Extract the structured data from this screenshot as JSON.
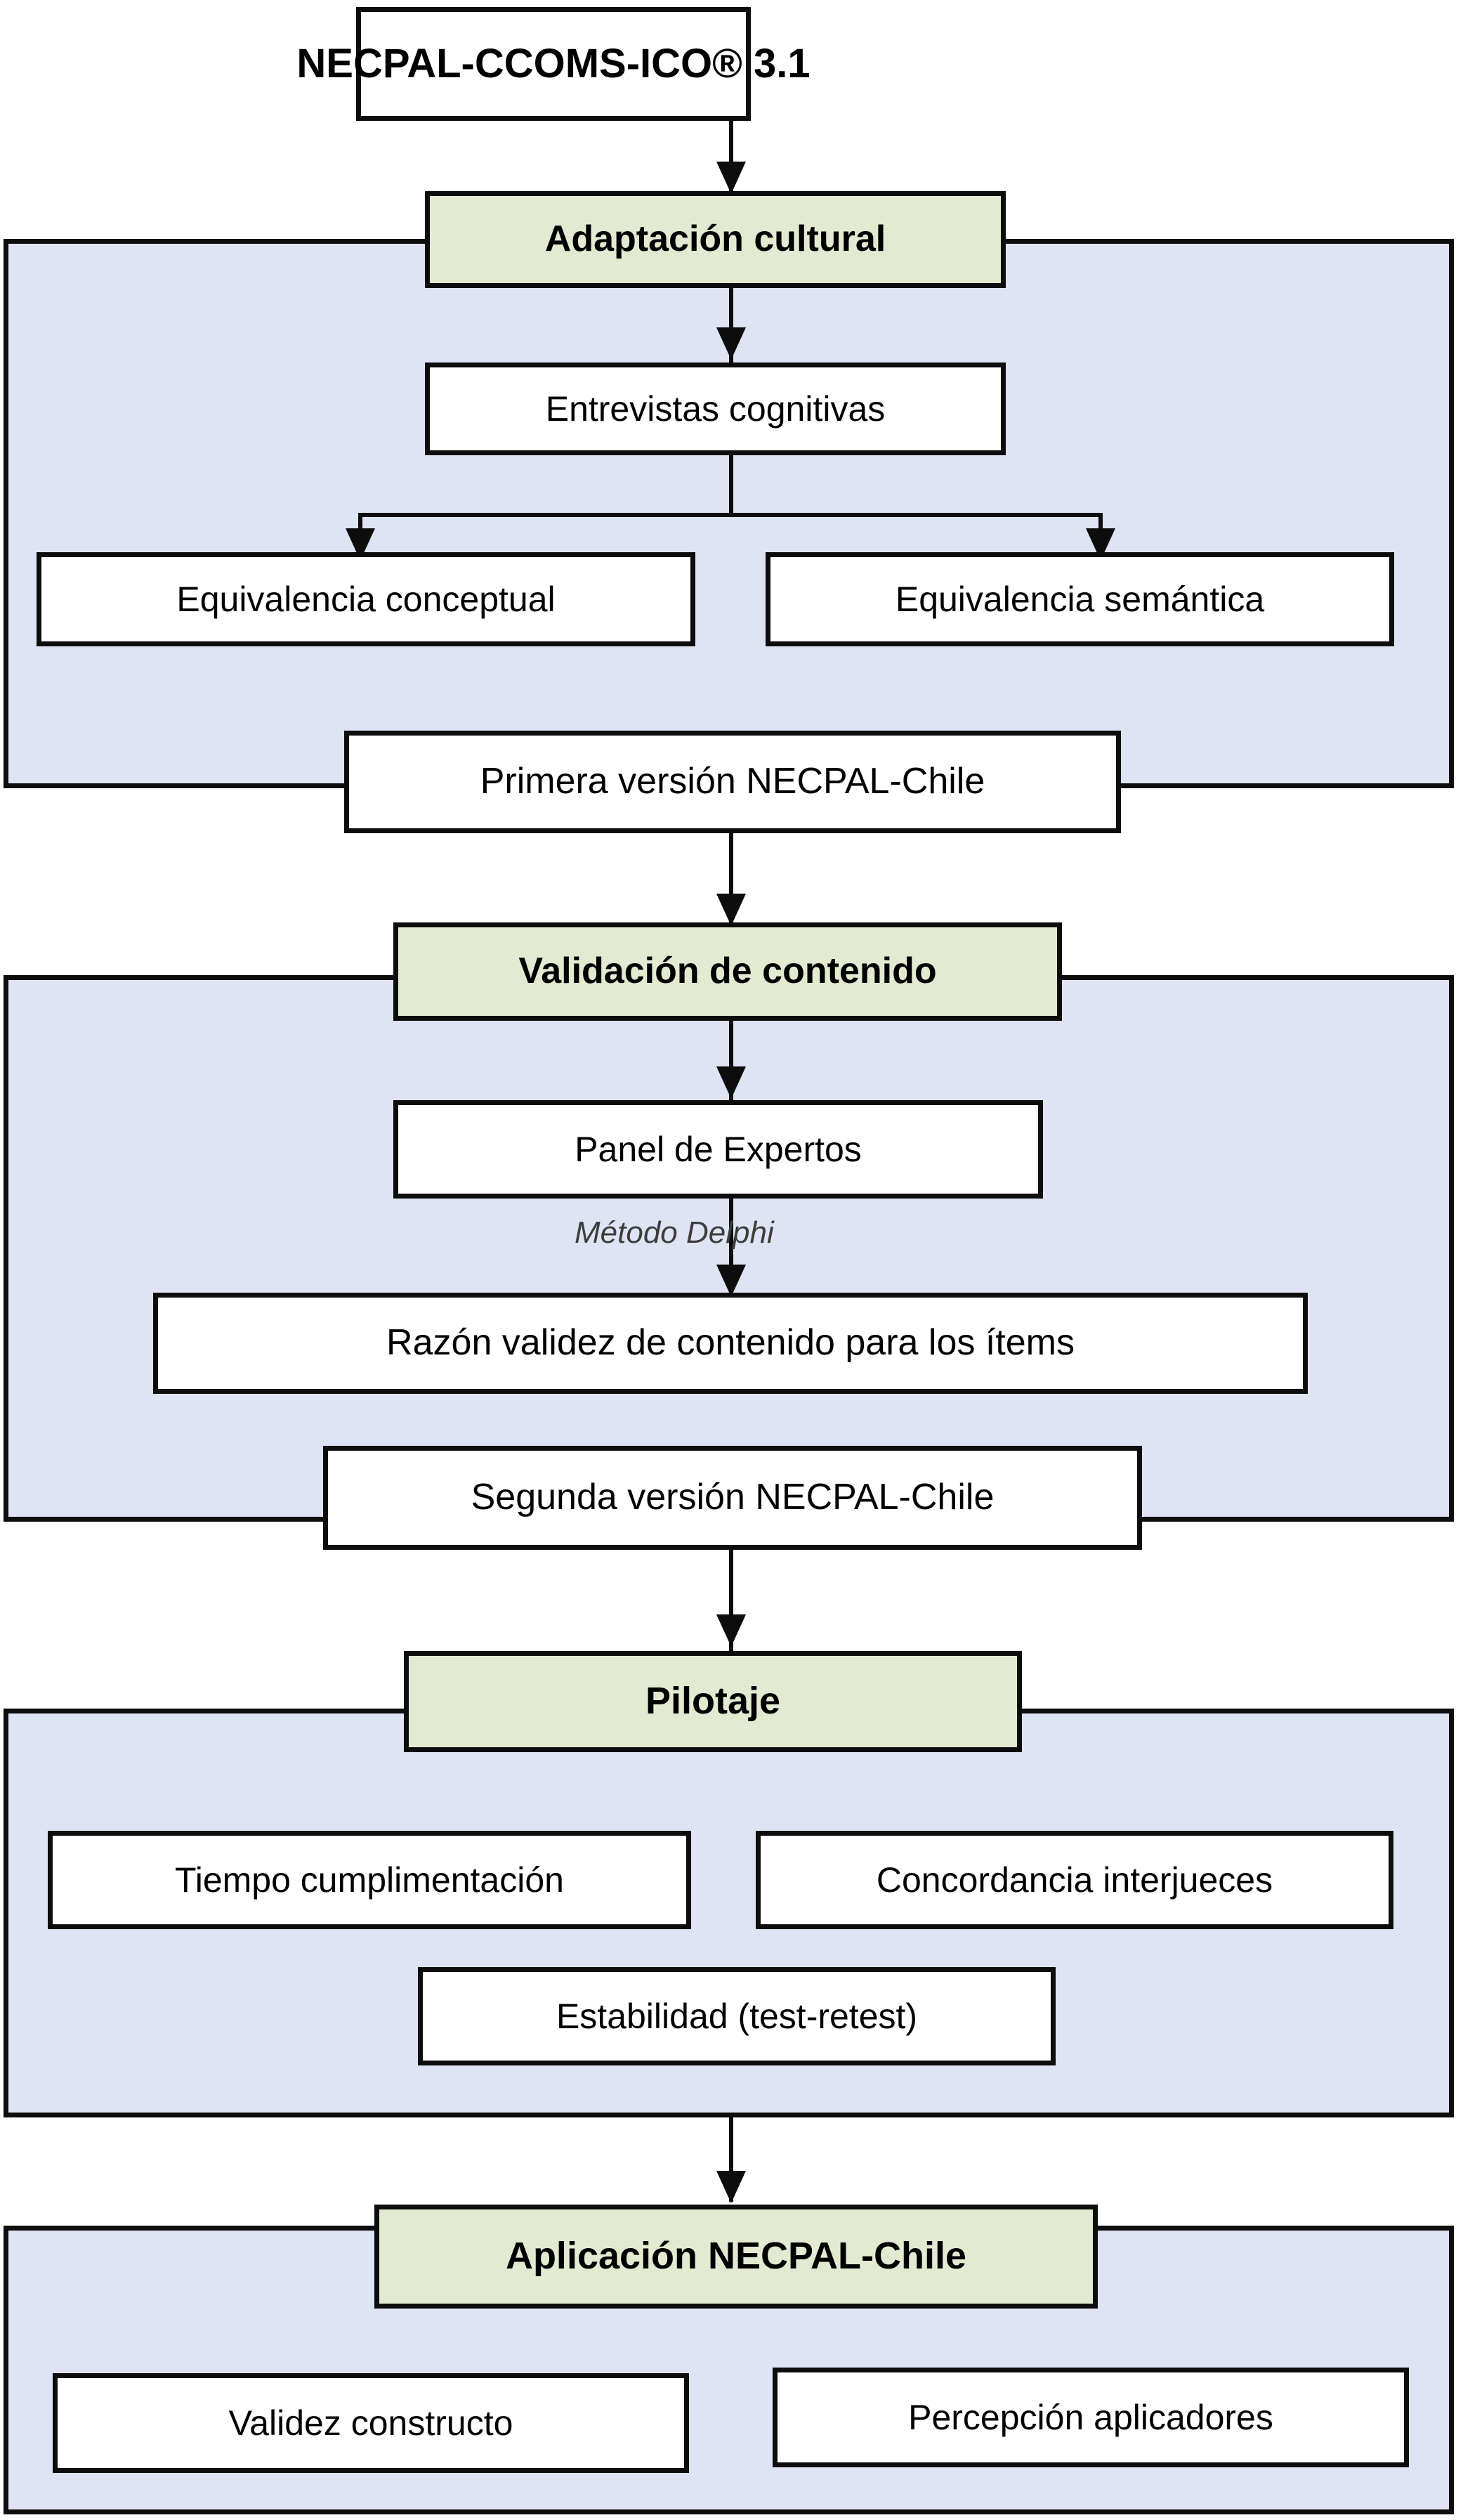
{
  "diagram": {
    "title_box": {
      "label": "NECPAL-CCOMS-ICO® 3.1"
    },
    "phases": [
      {
        "header": {
          "label": "Adaptación cultural"
        },
        "nodes": [
          {
            "label": "Entrevistas cognitivas"
          },
          {
            "label": "Equivalencia conceptual"
          },
          {
            "label": "Equivalencia semántica"
          }
        ],
        "output": {
          "label": "Primera versión NECPAL-Chile"
        }
      },
      {
        "header": {
          "label": "Validación de contenido"
        },
        "nodes": [
          {
            "label": "Panel de Expertos"
          },
          {
            "label": "Razón validez de contenido para los ítems"
          }
        ],
        "edge_label": "Método Delphi",
        "output": {
          "label": "Segunda versión NECPAL-Chile"
        }
      },
      {
        "header": {
          "label": "Pilotaje"
        },
        "nodes": [
          {
            "label": "Tiempo cumplimentación"
          },
          {
            "label": "Concordancia interjueces"
          },
          {
            "label": "Estabilidad (test-retest)"
          }
        ]
      },
      {
        "header": {
          "label": "Aplicación NECPAL-Chile"
        },
        "nodes": [
          {
            "label": "Validez constructo"
          },
          {
            "label": "Percepción aplicadores"
          }
        ]
      }
    ],
    "colors": {
      "panel_fill": "#dfe4f4",
      "header_fill": "#e3ead2",
      "node_fill": "#ffffff",
      "stroke": "#0d0d0d",
      "edge_label_text": "#3d3d3d"
    }
  }
}
